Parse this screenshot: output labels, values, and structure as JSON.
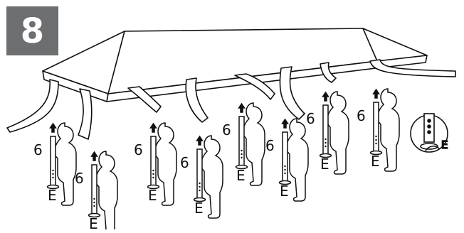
{
  "step": {
    "number": "8"
  },
  "canopy": {
    "label": "canopy-roof"
  },
  "workers": [
    {
      "count_label": "6",
      "part_label": "E"
    },
    {
      "count_label": "6",
      "part_label": "E"
    },
    {
      "count_label": "6",
      "part_label": "E"
    },
    {
      "count_label": "6",
      "part_label": "E"
    },
    {
      "count_label": "6",
      "part_label": "E"
    },
    {
      "count_label": "6",
      "part_label": "E"
    },
    {
      "count_label": "6",
      "part_label": "E"
    },
    {
      "count_label": "6",
      "part_label": "E"
    }
  ],
  "detail": {
    "part_label": "E"
  },
  "colors": {
    "badge": "#6d6e70",
    "line": "#111111",
    "fill": "#ffffff"
  },
  "icons": {
    "up_arrow": "arrow-up-icon"
  }
}
